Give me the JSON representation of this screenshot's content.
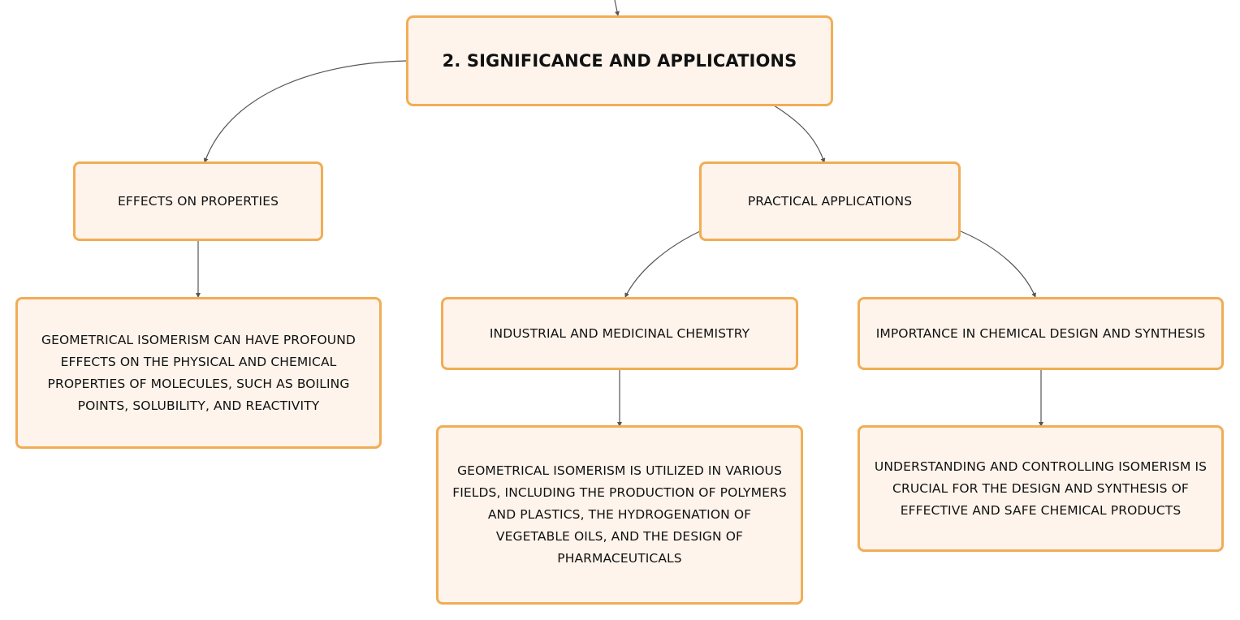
{
  "diagram": {
    "root": {
      "label": "2. SIGNIFICANCE AND APPLICATIONS"
    },
    "effects": {
      "label": "EFFECTS ON PROPERTIES",
      "detail": "GEOMETRICAL ISOMERISM CAN HAVE PROFOUND EFFECTS ON THE PHYSICAL AND CHEMICAL PROPERTIES OF MOLECULES, SUCH AS BOILING POINTS, SOLUBILITY, AND REACTIVITY"
    },
    "applications": {
      "label": "PRACTICAL APPLICATIONS",
      "industrial": {
        "label": "INDUSTRIAL AND MEDICINAL CHEMISTRY",
        "detail": "GEOMETRICAL ISOMERISM IS UTILIZED IN VARIOUS FIELDS, INCLUDING THE PRODUCTION OF POLYMERS AND PLASTICS, THE HYDROGENATION OF VEGETABLE OILS, AND THE DESIGN OF PHARMACEUTICALS"
      },
      "design": {
        "label": "IMPORTANCE IN CHEMICAL DESIGN AND SYNTHESIS",
        "detail": "UNDERSTANDING AND CONTROLLING ISOMERISM IS CRUCIAL FOR THE DESIGN AND SYNTHESIS OF EFFECTIVE AND SAFE CHEMICAL PRODUCTS"
      }
    }
  },
  "colors": {
    "node_fill": "#fef4ec",
    "node_border": "#f1ad55",
    "connector": "#555555"
  }
}
